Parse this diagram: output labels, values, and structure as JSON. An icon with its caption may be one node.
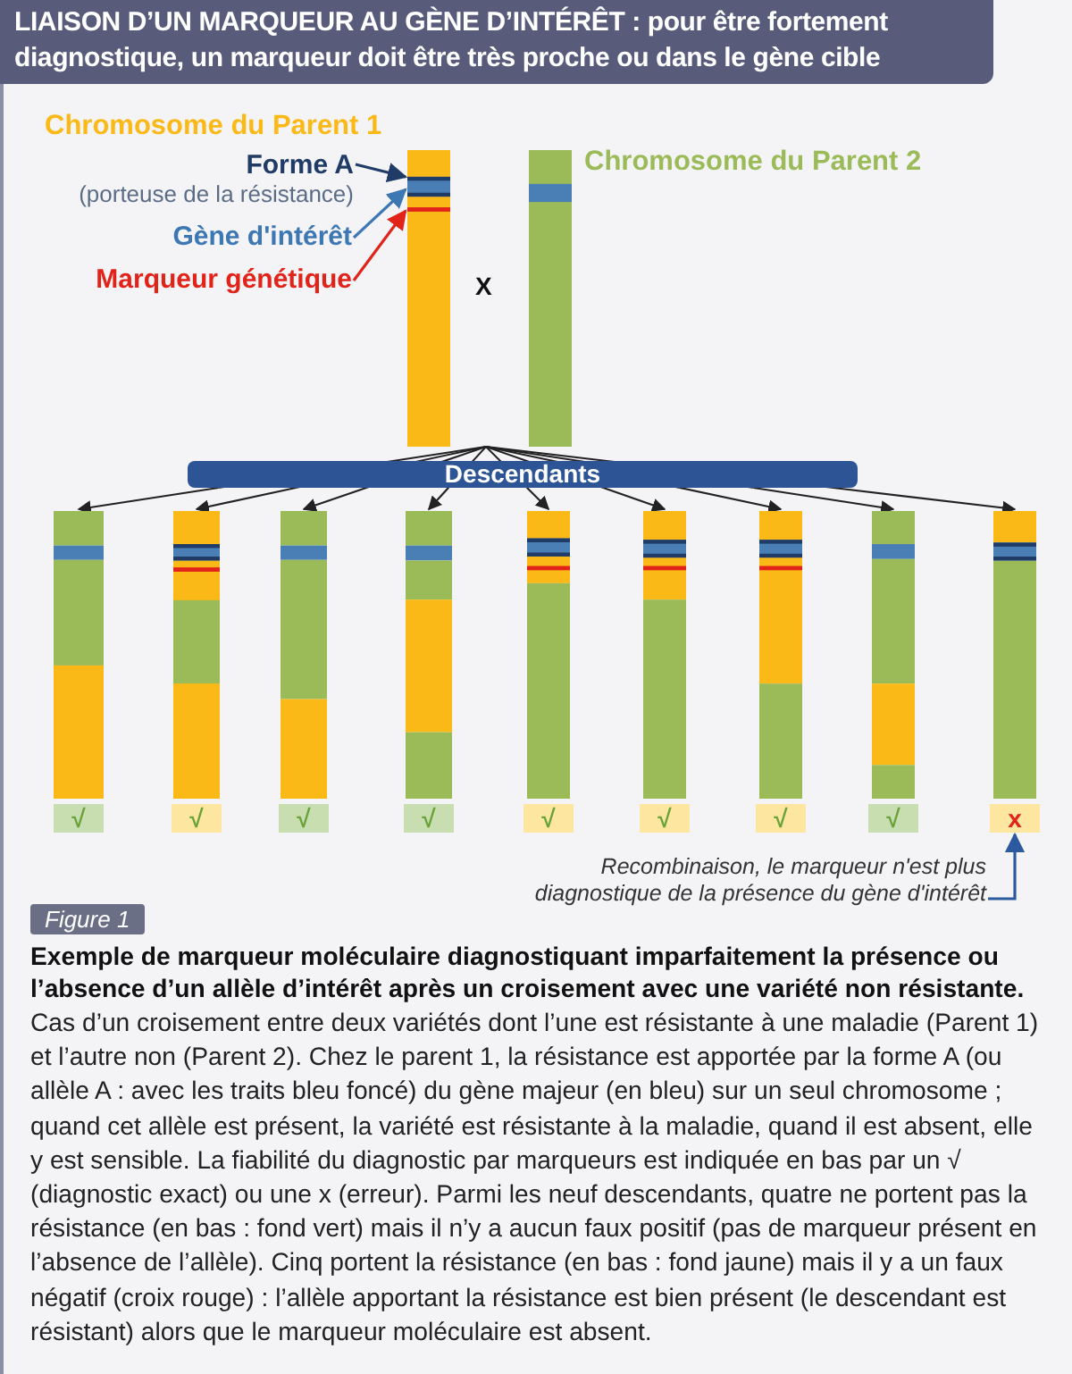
{
  "diagram": {
    "title": "LIAISON D’UN MARQUEUR AU GÈNE D’INTÉRÊT : pour être fortement diagnostique, un marqueur doit être très proche ou dans le gène cible",
    "caption": "Exemple de marqueur moléculaire diagnostiquant imparfaitement la présence ou l’absence d’un allèle d’intérêt après un croisement avec une variété non résistante.",
    "nodes": [
      {
        "text": [],
        "shape": "bar"
      },
      {
        "text": [],
        "shape": "bar",
        "beside": [
          "Chromosome du Parent 2"
        ]
      },
      {
        "text": [
          "Forme A",
          "(porteuse de la résistance)"
        ]
      },
      {
        "text": [
          "Gène d'intérêt"
        ]
      },
      {
        "text": [
          "Marqueur génétique"
        ]
      },
      {
        "text": [
          "Descendants"
        ]
      },
      {
        "text": [],
        "shape": "bar",
        "beside": [
          "√"
        ]
      },
      {
        "text": [],
        "shape": "bar",
        "beside": [
          "√"
        ]
      },
      {
        "text": [],
        "shape": "bar",
        "beside": [
          "√"
        ]
      },
      {
        "text": [],
        "shape": "bar",
        "beside": [
          "√"
        ]
      },
      {
        "text": [],
        "shape": "bar",
        "beside": [
          "√"
        ]
      },
      {
        "text": [],
        "shape": "bar",
        "beside": [
          "√"
        ]
      },
      {
        "text": [],
        "shape": "bar",
        "beside": [
          "√"
        ]
      },
      {
        "text": [],
        "shape": "bar",
        "beside": [
          "√"
        ]
      },
      {
        "text": [],
        "shape": "bar",
        "beside": [
          "x"
        ]
      },
      {
        "text": [
          "Recombinaison, le marqueur n'est plus diagnostique de la présence du gène d'intérêt"
        ]
      }
    ],
    "edges": [
      {
        "from": 2,
        "to": 0,
        "arrow": "to",
        "color": "#1f3b66"
      },
      {
        "from": 3,
        "to": 0,
        "arrow": "to",
        "color": "#3d78b5"
      },
      {
        "from": 4,
        "to": 0,
        "arrow": "to",
        "color": "#e2231a"
      },
      {
        "from": 5,
        "to": 6,
        "arrow": "to"
      },
      {
        "from": 5,
        "to": 7,
        "arrow": "to"
      },
      {
        "from": 5,
        "to": 8,
        "arrow": "to"
      },
      {
        "from": 5,
        "to": 9,
        "arrow": "to"
      },
      {
        "from": 5,
        "to": 10,
        "arrow": "to"
      },
      {
        "from": 5,
        "to": 11,
        "arrow": "to"
      },
      {
        "from": 5,
        "to": 12,
        "arrow": "to"
      },
      {
        "from": 5,
        "to": 13,
        "arrow": "to"
      },
      {
        "from": 5,
        "to": 14,
        "arrow": "to"
      },
      {
        "from": 15,
        "to": 14,
        "arrow": "to",
        "color": "#2d5a9e"
      }
    ],
    "labels": [
      "Chromosome du Parent 1",
      "X",
      "Figure 1",
      "Cas d’un croisement entre deux variétés dont l’une est résistante à une maladie (Parent 1) et l’autre non (Parent 2). Chez le parent 1, la résistance est apportée par la forme A (ou allèle A : avec les traits bleu foncé) du gène majeur (en bleu) sur un seul chromosome ; quand cet allèle est présent, la variété est résistante à la maladie, quand il est absent, elle y est sensible. La fiabilité du diagnostic par marqueurs est indiquée en bas par un √ (diagnostic exact) ou une x (erreur). Parmi les neuf descendants, quatre ne portent pas la résistance (en bas : fond vert) mais il n’y a aucun faux positif (pas de marqueur présent en l’absence de l’allèle). Cinq portent la résistance (en bas : fond jaune) mais il y a un faux négatif (croix rouge) : l’allèle apportant la résistance est bien présent (le descendant est résistant) alors que le marqueur moléculaire est absent."
    ]
  }
}
